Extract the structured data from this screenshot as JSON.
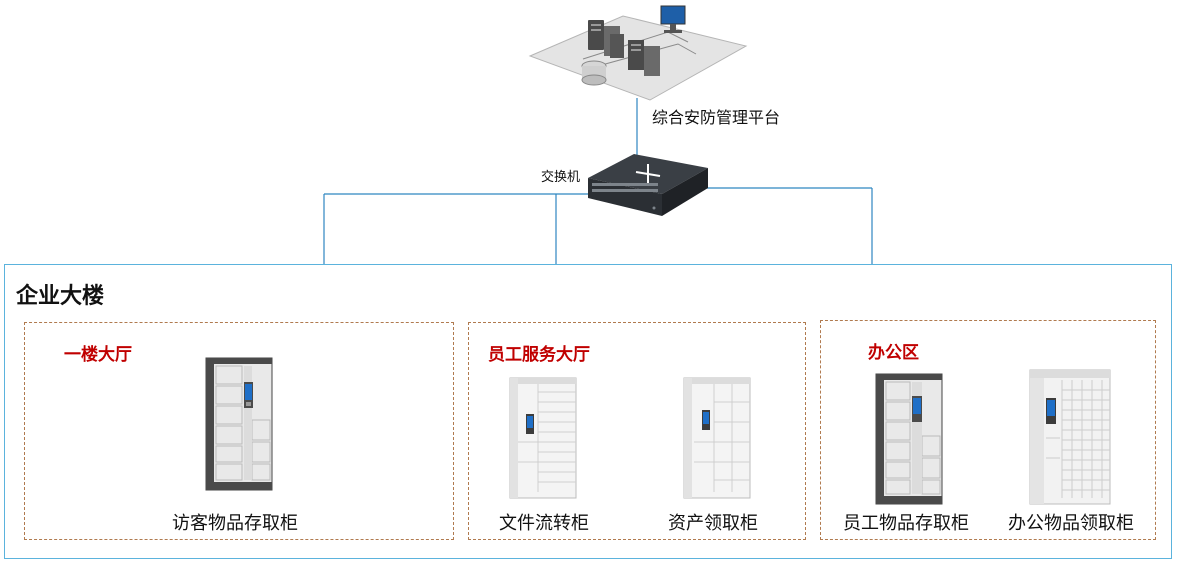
{
  "platform": {
    "label": "综合安防管理平台",
    "icon": "server-cluster-icon"
  },
  "switch": {
    "label": "交换机",
    "icon": "network-switch-icon"
  },
  "building": {
    "title": "企业大楼",
    "border_color": "#5bb3dd",
    "line_color": "#2e86c1"
  },
  "zones": [
    {
      "title": "一楼大厅",
      "title_color": "#c00000",
      "cabinets": [
        {
          "label": "访客物品存取柜",
          "icon": "smart-locker-icon"
        }
      ]
    },
    {
      "title": "员工服务大厅",
      "title_color": "#c00000",
      "cabinets": [
        {
          "label": "文件流转柜",
          "icon": "smart-locker-icon"
        },
        {
          "label": "资产领取柜",
          "icon": "smart-locker-icon"
        }
      ]
    },
    {
      "title": "办公区",
      "title_color": "#c00000",
      "cabinets": [
        {
          "label": "员工物品存取柜",
          "icon": "smart-locker-icon"
        },
        {
          "label": "办公物品领取柜",
          "icon": "smart-locker-icon"
        }
      ]
    }
  ]
}
